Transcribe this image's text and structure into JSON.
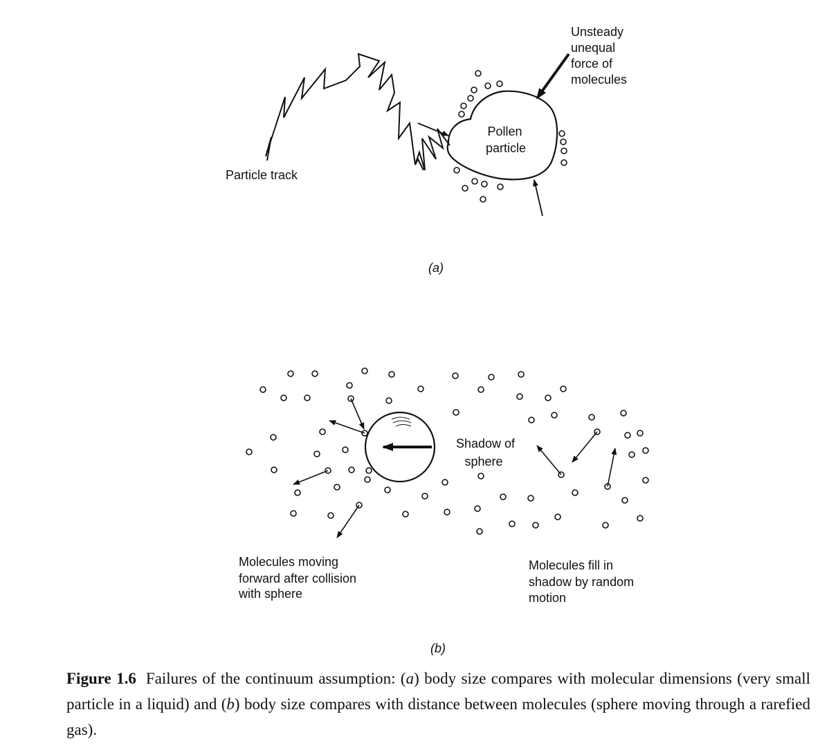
{
  "panel_a": {
    "label": "(a)",
    "track_label": "Particle track",
    "pollen_label": [
      "Pollen",
      "particle"
    ],
    "force_label": [
      "Unsteady",
      "unequal",
      "force of",
      "molecules"
    ]
  },
  "panel_b": {
    "label": "(b)",
    "shadow_label": [
      "Shadow of",
      "sphere"
    ],
    "left_label": [
      "Molecules moving",
      "forward after collision",
      "with sphere"
    ],
    "right_label": [
      "Molecules fill in",
      "shadow by random",
      "motion"
    ]
  },
  "caption": {
    "number": "Figure 1.6",
    "t1": "Failures of the continuum assumption: (",
    "a": "a",
    "t2": ") body size compares with molecular dimensions (very small particle in a liquid) and (",
    "b": "b",
    "t3": ") body size compares with distance between molecules (sphere moving through a rarefied gas)."
  }
}
